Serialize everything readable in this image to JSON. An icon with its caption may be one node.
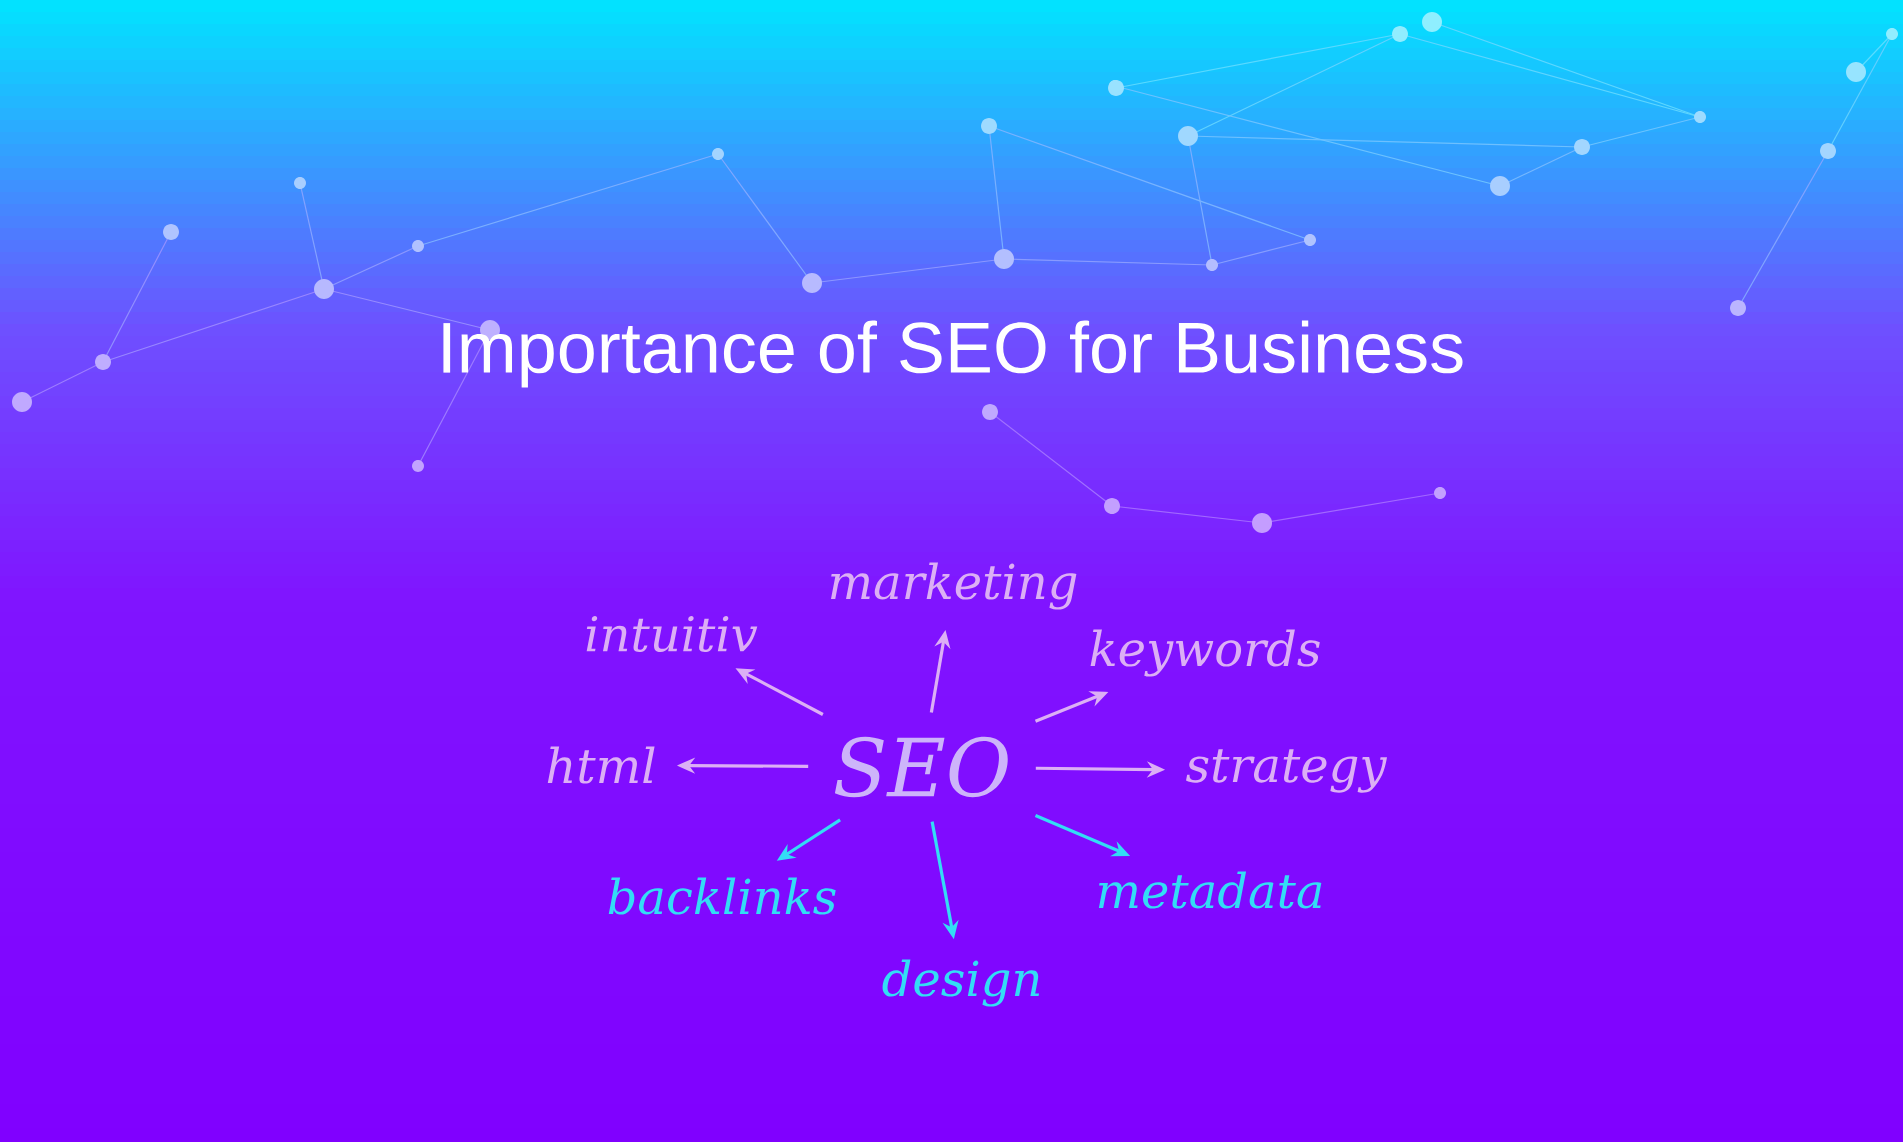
{
  "diagram": {
    "title": "Importance of SEO for Business",
    "nodes": [
      {
        "text": [
          "SEO"
        ]
      },
      {
        "text": [
          "intuitiv"
        ]
      },
      {
        "text": [
          "marketing"
        ]
      },
      {
        "text": [
          "keywords"
        ]
      },
      {
        "text": [
          "html"
        ]
      },
      {
        "text": [
          "strategy"
        ]
      },
      {
        "text": [
          "backlinks"
        ]
      },
      {
        "text": [
          "design"
        ]
      },
      {
        "text": [
          "metadata"
        ]
      }
    ],
    "edges": [
      {
        "from": 0,
        "to": 1,
        "arrow": "to"
      },
      {
        "from": 0,
        "to": 2,
        "arrow": "to"
      },
      {
        "from": 0,
        "to": 3,
        "arrow": "to"
      },
      {
        "from": 0,
        "to": 4,
        "arrow": "to"
      },
      {
        "from": 0,
        "to": 5,
        "arrow": "to"
      },
      {
        "from": 0,
        "to": 6,
        "arrow": "to",
        "color": "#33ddf5"
      },
      {
        "from": 0,
        "to": 7,
        "arrow": "to",
        "color": "#33ddf5"
      },
      {
        "from": 0,
        "to": 8,
        "arrow": "to",
        "color": "#33ddf5"
      }
    ]
  }
}
